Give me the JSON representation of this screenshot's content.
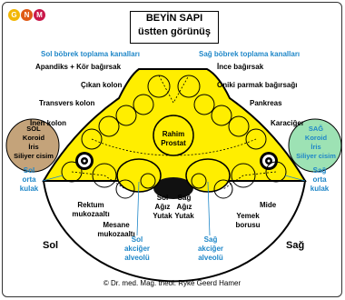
{
  "logo": {
    "letters": [
      "G",
      "N",
      "M"
    ],
    "colors": [
      "#f2b705",
      "#e05a16",
      "#c9184a"
    ]
  },
  "title": {
    "line1": "BEYİN SAPI",
    "line2": "üstten görünüş"
  },
  "labels": {
    "sol_bobrek": "Sol böbrek toplama kanalları",
    "sag_bobrek": "Sağ böbrek toplama kanalları",
    "apandiks": "Apandiks + Kör bağırsak",
    "ince": "İnce bağırsak",
    "cikan": "Çıkan kolon",
    "oniki": "Oniki parmak bağırsağı",
    "transvers": "Transvers kolon",
    "pankreas": "Pankreas",
    "inen": "İnen kolon",
    "karaciger": "Karaciğer",
    "rahim": "Rahim\nProstat",
    "rektum": "Rektum\nmukozaaltı",
    "mesane": "Mesane\nmukozaaltı",
    "sol_agiz": "Sol\nAğız\nYutak",
    "sag_agiz": "Sağ\nAğız\nYutak",
    "mide": "Mide",
    "yemek": "Yemek\nborusu",
    "sol_orta": "Sol\norta\nkulak",
    "sag_orta": "Sağ\norta\nkulak",
    "sol_akciger": "Sol\nakciğer\nalveolü",
    "sag_akciger": "Sağ\nakciğer\nalveolü",
    "sol": "Sol",
    "sag": "Sağ",
    "sol_koroid": "SOL\nKoroid\nİris\nSiliyer cisim",
    "sag_koroid": "SAĞ\nKoroid\nİris\nSiliyer cisim"
  },
  "footer": "© Dr. med. Mag. theol. Ryke Geerd Hamer",
  "colors": {
    "yellow": "#ffee00",
    "brown": "#c4a37a",
    "green": "#9de2b4",
    "blue": "#1f87c8"
  }
}
